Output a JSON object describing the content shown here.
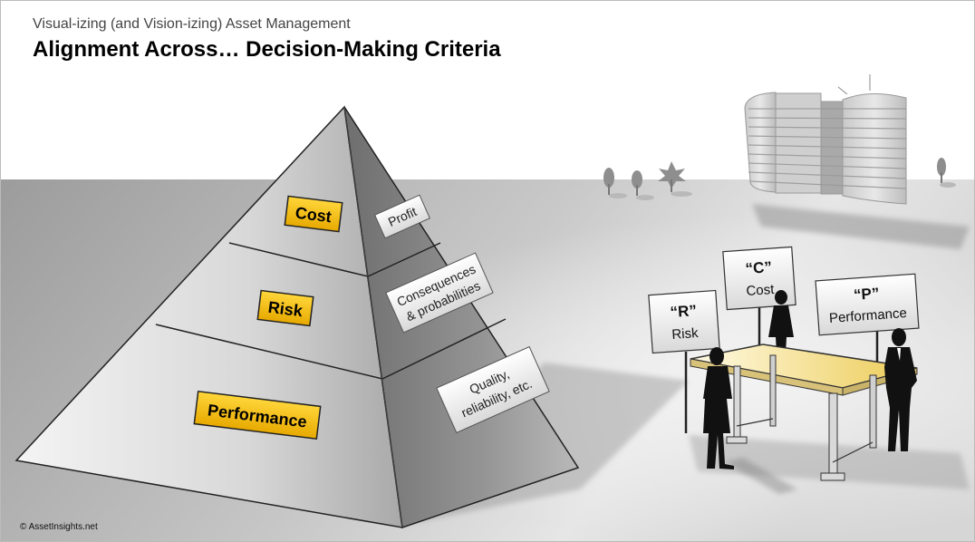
{
  "header": {
    "subtitle": "Visual-izing (and Vision-izing) Asset Management",
    "title": "Alignment Across… Decision-Making Criteria"
  },
  "pyramid": {
    "levels": [
      {
        "label": "Cost",
        "description_lines": [
          "Profit"
        ]
      },
      {
        "label": "Risk",
        "description_lines": [
          "Consequences",
          "& probabilities"
        ]
      },
      {
        "label": "Performance",
        "description_lines": [
          "Quality,",
          "reliability, etc."
        ]
      }
    ]
  },
  "signs": [
    {
      "letter": "“R”",
      "word": "Risk"
    },
    {
      "letter": "“C”",
      "word": "Cost"
    },
    {
      "letter": "“P”",
      "word": "Performance"
    }
  ],
  "footer": {
    "copyright": "© AssetInsights.net"
  },
  "colors": {
    "label_gold": "#f5c211",
    "floor": "#a8a8a8",
    "table_top": "#f4e08a"
  }
}
